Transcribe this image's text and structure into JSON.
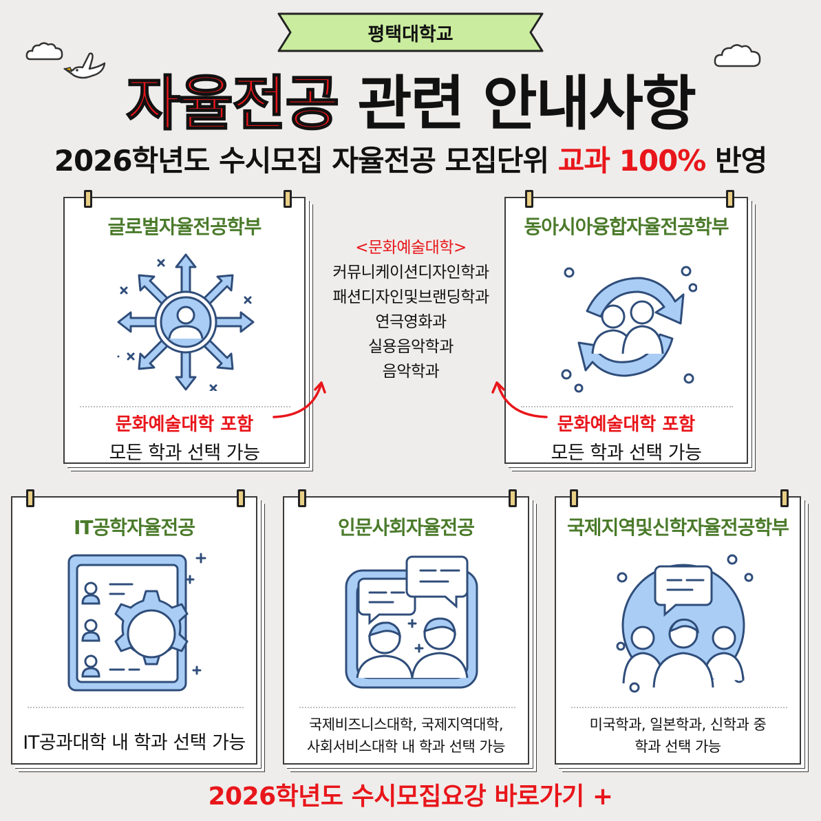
{
  "ribbon": {
    "label": "평택대학교"
  },
  "title": {
    "highlight": "자율전공",
    "rest": "관련 안내사항"
  },
  "subtitle": {
    "prefix": "2026학년도 수시모집 자율전공 모집단위",
    "highlight": "교과 100%",
    "suffix": "반영"
  },
  "cards": [
    {
      "title": "글로벌자율전공학부",
      "icon": "arrows-person-icon",
      "note_red": "문화예술대학 포함",
      "note": "모든 학과 선택 가능"
    },
    {
      "title": "동아시아융합자율전공학부",
      "icon": "rotate-people-icon",
      "note_red": "문화예술대학 포함",
      "note": "모든 학과 선택 가능"
    },
    {
      "title": "IT공학자율전공",
      "icon": "clipboard-gear-icon",
      "note": "IT공과대학 내 학과 선택 가능"
    },
    {
      "title": "인문사회자율전공",
      "icon": "chat-people-icon",
      "note_line1": "국제비즈니스대학, 국제지역대학,",
      "note_line2": "사회서비스대학 내 학과 선택 가능"
    },
    {
      "title": "국제지역및신학자율전공학부",
      "icon": "globe-people-icon",
      "note_line1": "미국학과, 일본학과, 신학과 중",
      "note_line2": "학과 선택 가능"
    }
  ],
  "center": {
    "heading": "<문화예술대학>",
    "items": [
      "커뮤니케이션디자인학과",
      "패션디자인및브랜딩학과",
      "연극영화과",
      "실용음악학과",
      "음악학과"
    ]
  },
  "footer": {
    "link": "2026학년도 수시모집요강 바로가기 +"
  },
  "colors": {
    "accent_red": "#e8161b",
    "title_green": "#4a7a2a",
    "ribbon_green": "#c9ec9e",
    "icon_blue": "#a9cdf4",
    "icon_navy": "#2f4d7a"
  }
}
